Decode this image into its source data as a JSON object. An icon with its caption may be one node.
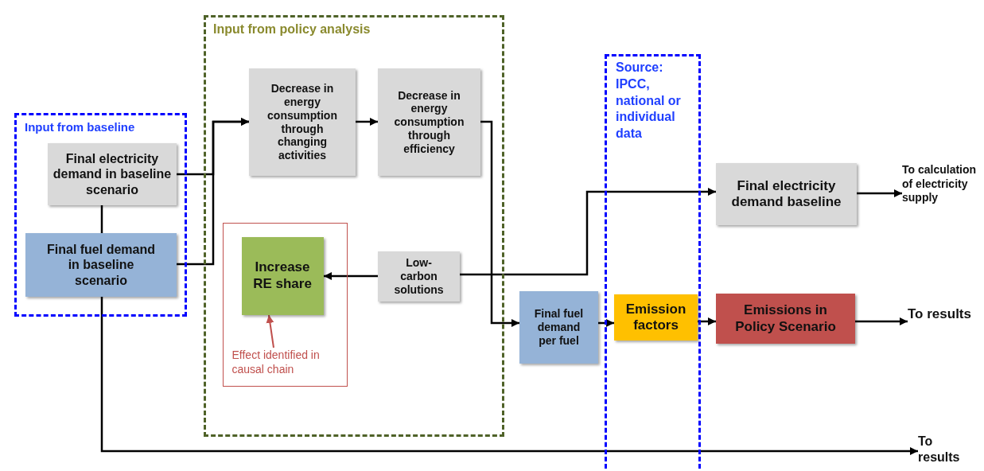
{
  "diagram": {
    "nodes": [
      {
        "text": [
          "Input from baseline"
        ]
      },
      {
        "text": [
          "Final electricity demand in baseline scenario"
        ],
        "in": 0
      },
      {
        "text": [
          "Final fuel demand in baseline scenario"
        ],
        "in": 0
      },
      {
        "text": [
          "Input from policy analysis"
        ]
      },
      {
        "text": [
          "Decrease in energy consumption through changing activities"
        ],
        "in": 3
      },
      {
        "text": [
          "Decrease in energy consumption through efficiency"
        ],
        "in": 3
      },
      {
        "text": [],
        "shape": "box",
        "in": 3
      },
      {
        "text": [
          "Increase RE share"
        ],
        "in": 6
      },
      {
        "text": [
          "Effect identified in causal chain"
        ],
        "in": 6
      },
      {
        "text": [
          "Low-carbon solutions"
        ],
        "in": 3
      },
      {
        "text": [
          "Source: IPCC, national or individual data"
        ]
      },
      {
        "text": [
          "Final fuel demand per fuel"
        ]
      },
      {
        "text": [
          "Emission factors"
        ],
        "in": 10
      },
      {
        "text": [
          "Final electricity demand baseline"
        ]
      },
      {
        "text": [
          "Emissions in Policy Scenario"
        ]
      },
      {
        "text": [
          "To calculation of electricity supply"
        ]
      },
      {
        "text": [
          "To results"
        ]
      },
      {
        "text": [
          "To results"
        ]
      }
    ],
    "edges": [
      {
        "from": 1,
        "to": 2,
        "arrow": "none"
      },
      {
        "from": 1,
        "to": 4,
        "arrow": "to"
      },
      {
        "from": 2,
        "to": 4,
        "arrow": "to"
      },
      {
        "from": 4,
        "to": 5,
        "arrow": "to"
      },
      {
        "from": 5,
        "to": 11,
        "arrow": "to"
      },
      {
        "from": 9,
        "to": 7,
        "arrow": "to"
      },
      {
        "from": 9,
        "to": 13,
        "arrow": "to"
      },
      {
        "from": 11,
        "to": 12,
        "arrow": "to"
      },
      {
        "from": 12,
        "to": 14,
        "arrow": "to"
      },
      {
        "from": 13,
        "to": 15,
        "arrow": "to"
      },
      {
        "from": 14,
        "to": 16,
        "arrow": "to"
      },
      {
        "from": 2,
        "to": 17,
        "arrow": "to"
      },
      {
        "from": 8,
        "to": 7,
        "arrow": "to",
        "color": "#c0504d"
      }
    ]
  }
}
